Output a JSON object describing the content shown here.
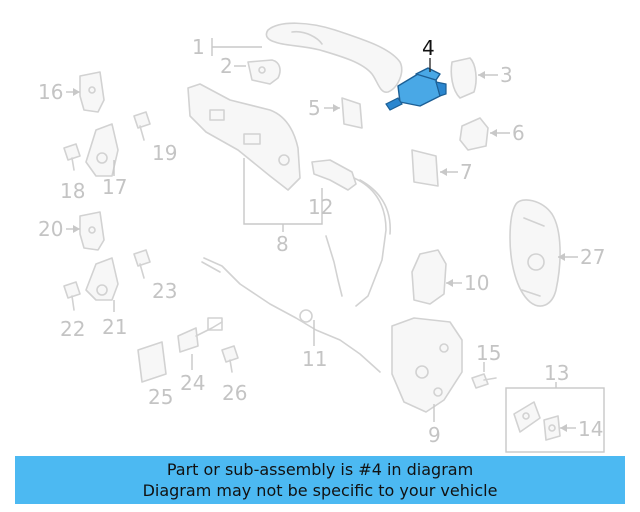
{
  "callouts": {
    "c1": "1",
    "c2": "2",
    "c3": "3",
    "c4": "4",
    "c5": "5",
    "c6": "6",
    "c7": "7",
    "c8": "8",
    "c9": "9",
    "c10": "10",
    "c11": "11",
    "c12": "12",
    "c13": "13",
    "c14": "14",
    "c15": "15",
    "c16": "16",
    "c17": "17",
    "c18": "18",
    "c19": "19",
    "c20": "20",
    "c21": "21",
    "c22": "22",
    "c23": "23",
    "c24": "24",
    "c25": "25",
    "c26": "26",
    "c27": "27"
  },
  "highlighted_part": "4",
  "colors": {
    "highlight": "#49a8e6",
    "banner": "#4cb9f2",
    "line": "#c8c8c8"
  },
  "banner": {
    "line1": "Part or sub-assembly is #4 in diagram",
    "line2": "Diagram may not be specific to your vehicle"
  }
}
